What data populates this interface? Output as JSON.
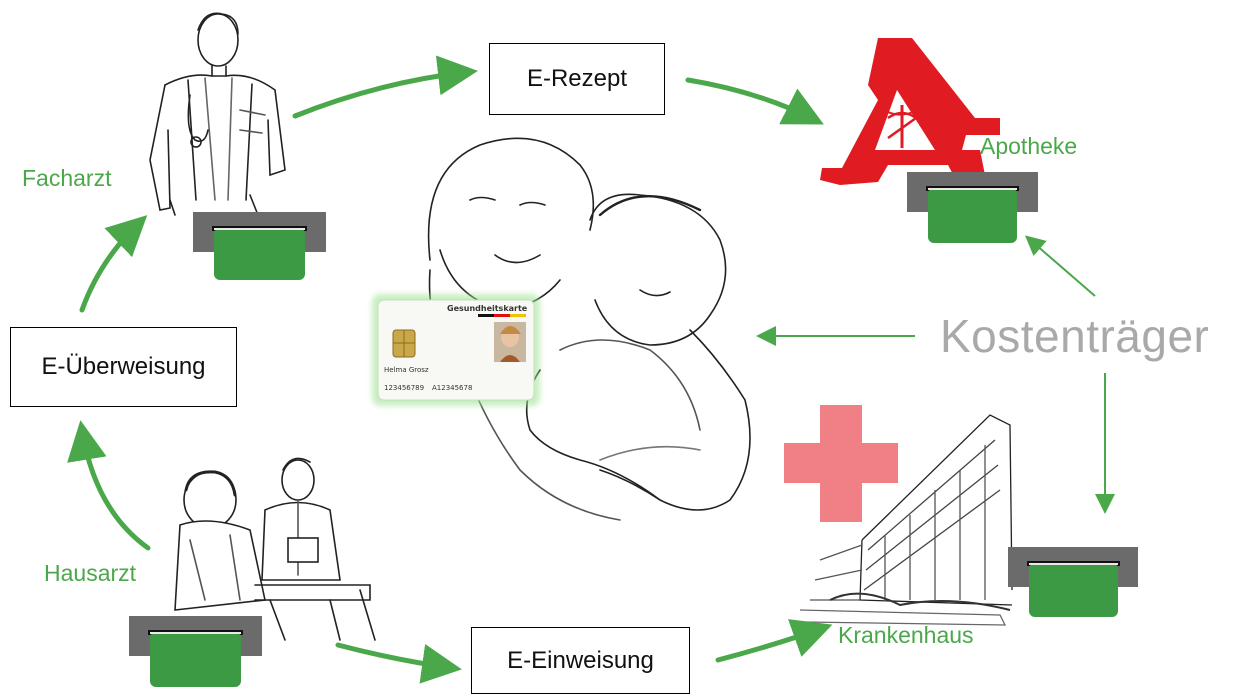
{
  "nodes": {
    "facharzt": "Facharzt",
    "apotheke": "Apotheke",
    "hausarzt": "Hausarzt",
    "krankenhaus": "Krankenhaus",
    "kostentraeger": "Kostenträger"
  },
  "documents": {
    "e_rezept": "E-Rezept",
    "e_ueberweisung": "E-Überweisung",
    "e_einweisung": "E-Einweisung"
  },
  "card": {
    "title": "Gesundheitskarte",
    "name": "Helma Grosz",
    "number_left": "123456789",
    "number_right": "A12345678"
  },
  "colors": {
    "arrow_green": "#4aa84a",
    "label_green": "#4aa84a",
    "reader_gray": "#6b6b6b",
    "reader_card_green": "#3c9a44",
    "pharmacy_red": "#e01b22",
    "hospital_pink": "#f07f86",
    "kostentraeger_gray": "#a9a9a9"
  }
}
